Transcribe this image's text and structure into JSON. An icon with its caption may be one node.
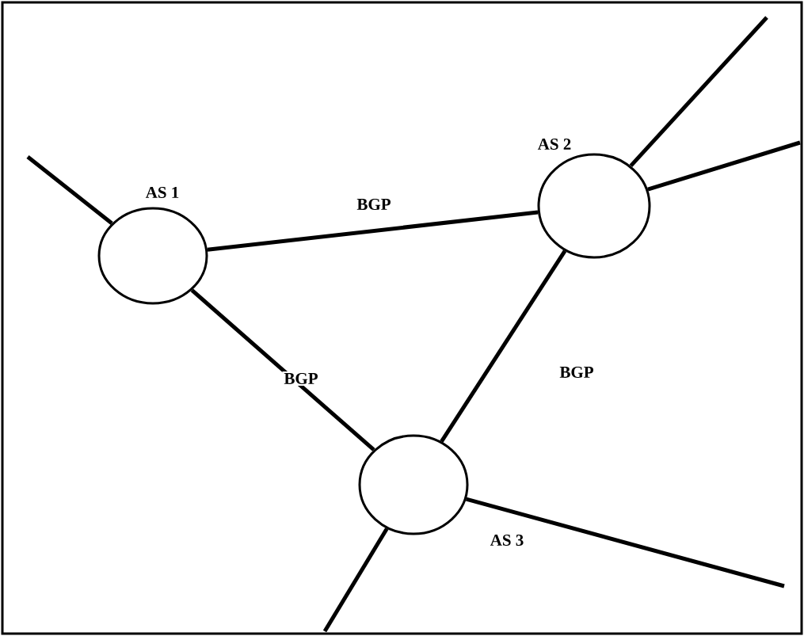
{
  "diagram": {
    "nodes": [
      {
        "text": [
          "AS 1"
        ]
      },
      {
        "text": [
          "AS 2"
        ]
      },
      {
        "text": [
          "AS 3"
        ]
      }
    ],
    "edges": [
      {
        "from": 0,
        "to": 1,
        "arrow": "none",
        "label": "BGP"
      },
      {
        "from": 0,
        "to": 2,
        "arrow": "none",
        "label": "BGP"
      },
      {
        "from": 1,
        "to": 2,
        "arrow": "none",
        "label": "BGP"
      },
      {
        "from": 0,
        "to": null,
        "arrow": "none"
      },
      {
        "from": 1,
        "to": null,
        "arrow": "none"
      },
      {
        "from": 1,
        "to": null,
        "arrow": "none"
      },
      {
        "from": 2,
        "to": null,
        "arrow": "none"
      },
      {
        "from": 2,
        "to": null,
        "arrow": "none"
      }
    ]
  }
}
